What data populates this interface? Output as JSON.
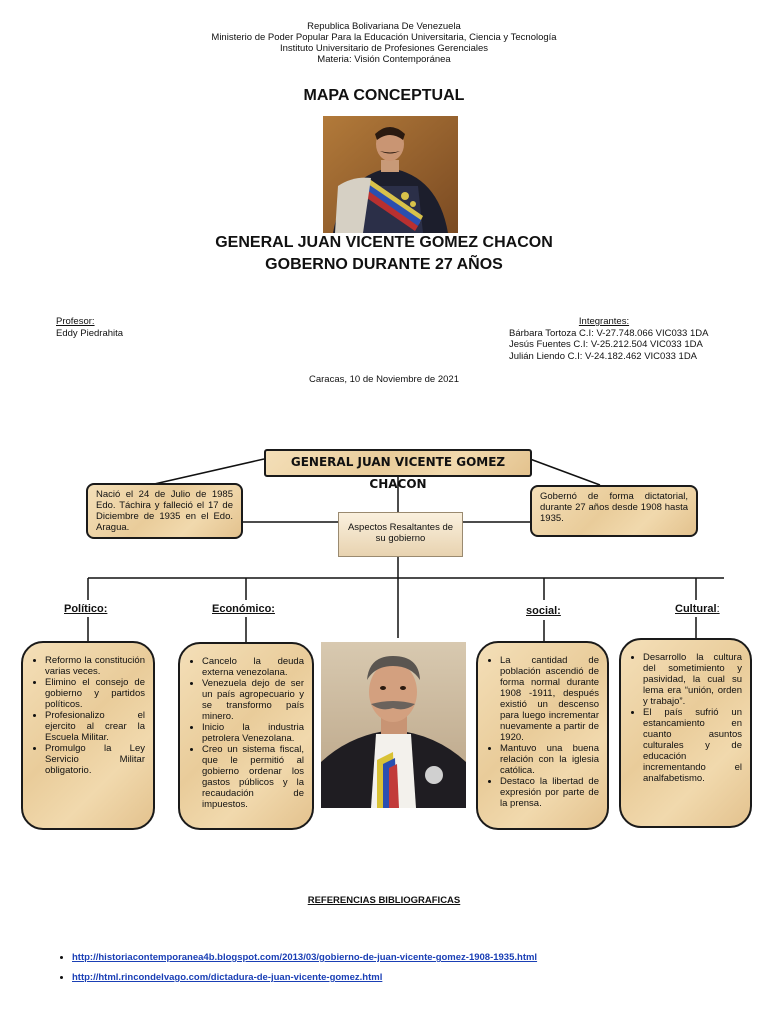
{
  "header": {
    "lines": [
      "Republica Bolivariana De Venezuela",
      "Ministerio de Poder Popular Para la Educación Universitaria, Ciencia y Tecnología",
      "Instituto Universitario de Profesiones Gerenciales",
      "Materia: Visión Contemporánea"
    ]
  },
  "doc_title": "MAPA CONCEPTUAL",
  "subject_title_1": "GENERAL JUAN VICENTE GOMEZ CHACON",
  "subject_title_2": "GOBERNO DURANTE 27 AÑOS",
  "profesor": {
    "label": "Profesor:",
    "name": "Eddy  Piedrahita"
  },
  "integrantes": {
    "label": "Integrantes:",
    "members": [
      "Bárbara Tortoza C.I: V-27.748.066 VIC033  1DA",
      "Jesús Fuentes  C.I: V-25.212.504 VIC033  1DA",
      "Julián Liendo    C.I: V-24.182.462 VIC033  1DA"
    ]
  },
  "place_date": "Caracas, 10 de Noviembre de 2021",
  "map": {
    "main": "GENERAL JUAN VICENTE GOMEZ CHACON",
    "left_info": "Nació el 24 de Julio de 1985 Edo. Táchira y falleció el 17 de Diciembre de 1935 en el Edo. Aragua.",
    "right_info": "Gobernó de forma dictatorial, durante 27 años desde 1908 hasta 1935.",
    "center": "Aspectos Resaltantes de su gobierno",
    "categories": {
      "politico": "Político:",
      "economico": "Económico:",
      "social": "social:",
      "cultural": "Cultural",
      "cultural_colon": ":"
    },
    "politico_items": [
      "Reformo la constitución varias veces.",
      "Elimino el consejo de gobierno y partidos políticos.",
      "Profesionalizo el ejercito al crear la Escuela Militar.",
      "Promulgo la Ley Servicio Militar obligatorio."
    ],
    "economico_items": [
      "Cancelo la deuda externa venezolana.",
      "Venezuela dejo de ser un país agropecuario y se transformo país minero.",
      "Inicio la industria petrolera Venezolana.",
      "Creo un sistema fiscal, que le permitió al gobierno ordenar los gastos públicos y la recaudación de impuestos."
    ],
    "social_items": [
      "La cantidad de población ascendió de forma normal durante 1908 -1911, después existió un descenso para luego incrementar nuevamente a partir de 1920.",
      "Mantuvo una buena relación con la iglesia católica.",
      "Destaco la libertad de expresión por parte de la prensa."
    ],
    "cultural_items": [
      "Desarrollo la cultura del sometimiento y pasividad, la cual su lema era “unión, orden y trabajo”.",
      "El país sufrió un estancamiento en cuanto asuntos culturales y de educación incrementando el analfabetismo."
    ]
  },
  "references": {
    "title": "REFERENCIAS BIBLIOGRAFICAS",
    "links": [
      "http://historiacontemporanea4b.blogspot.com/2013/03/gobierno-de-juan-vicente-gomez-1908-1935.html",
      "http://html.rincondelvago.com/dictadura-de-juan-vicente-gomez.html"
    ]
  }
}
